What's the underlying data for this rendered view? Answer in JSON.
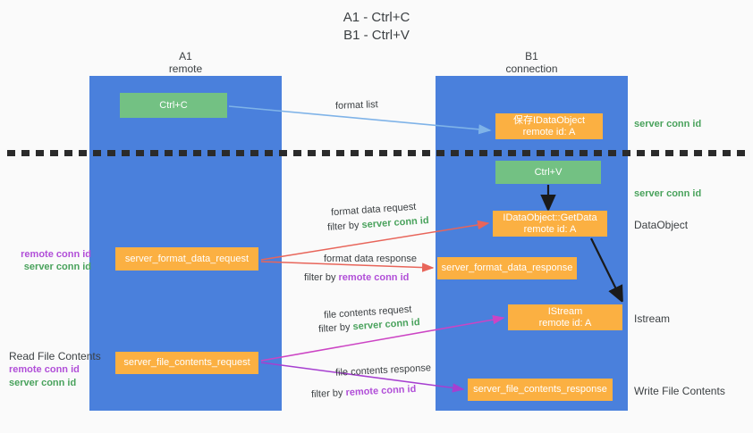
{
  "title": {
    "line1": "A1 - Ctrl+C",
    "line2": "B1 - Ctrl+V"
  },
  "columns": {
    "left": {
      "name": "A1",
      "subtitle": "remote"
    },
    "right": {
      "name": "B1",
      "subtitle": "connection"
    }
  },
  "colors": {
    "column_blue": "#4a80dc",
    "box_green": "#73c183",
    "box_orange": "#fbb042",
    "server_conn_green": "#49a25c",
    "remote_conn_purple": "#b14fd8",
    "arrow_light_blue": "#7fb3e8",
    "arrow_red": "#e8655a",
    "arrow_magenta": "#c martial",
    "arrow_black": "#1a1a1a",
    "background": "#fafafa"
  },
  "boxes": {
    "ctrl_c": {
      "line1": "Ctrl+C"
    },
    "save_idataobject": {
      "line1": "保存IDataObject",
      "line2": "remote id: A"
    },
    "ctrl_v": {
      "line1": "Ctrl+V"
    },
    "get_data": {
      "line1": "IDataObject::GetData",
      "line2": "remote id: A"
    },
    "server_format_data_request": {
      "line1": "server_format_data_request"
    },
    "server_format_data_response": {
      "line1": "server_format_data_response"
    },
    "istream": {
      "line1": "IStream",
      "line2": "remote id: A"
    },
    "server_file_contents_request": {
      "line1": "server_file_contents_request"
    },
    "server_file_contents_response": {
      "line1": "server_file_contents_response"
    }
  },
  "arrow_labels": {
    "format_list": "format list",
    "format_data_request": "format data request",
    "format_data_request_filter_prefix": "filter by ",
    "format_data_request_filter_value": "server conn id",
    "format_data_response": "format data response",
    "format_data_response_filter_prefix": "filter by ",
    "format_data_response_filter_value": "remote conn id",
    "file_contents_request": "file contents request",
    "file_contents_request_filter_prefix": "filter by ",
    "file_contents_request_filter_value": "server conn id",
    "file_contents_response": "file contents response",
    "file_contents_response_filter_prefix": "filter by ",
    "file_contents_response_filter_value": "remote conn id"
  },
  "side_labels": {
    "right_server_conn_1": "server conn id",
    "right_server_conn_2": "server conn id",
    "right_dataobject": "DataObject",
    "right_istream": "Istream",
    "right_write_file_contents": "Write File Contents",
    "left_read_file_contents": "Read File Contents",
    "left_remote_conn_1": "remote conn id",
    "left_server_conn_1": "server conn id",
    "left_remote_conn_2": "remote conn id",
    "left_server_conn_2": "server conn id"
  }
}
